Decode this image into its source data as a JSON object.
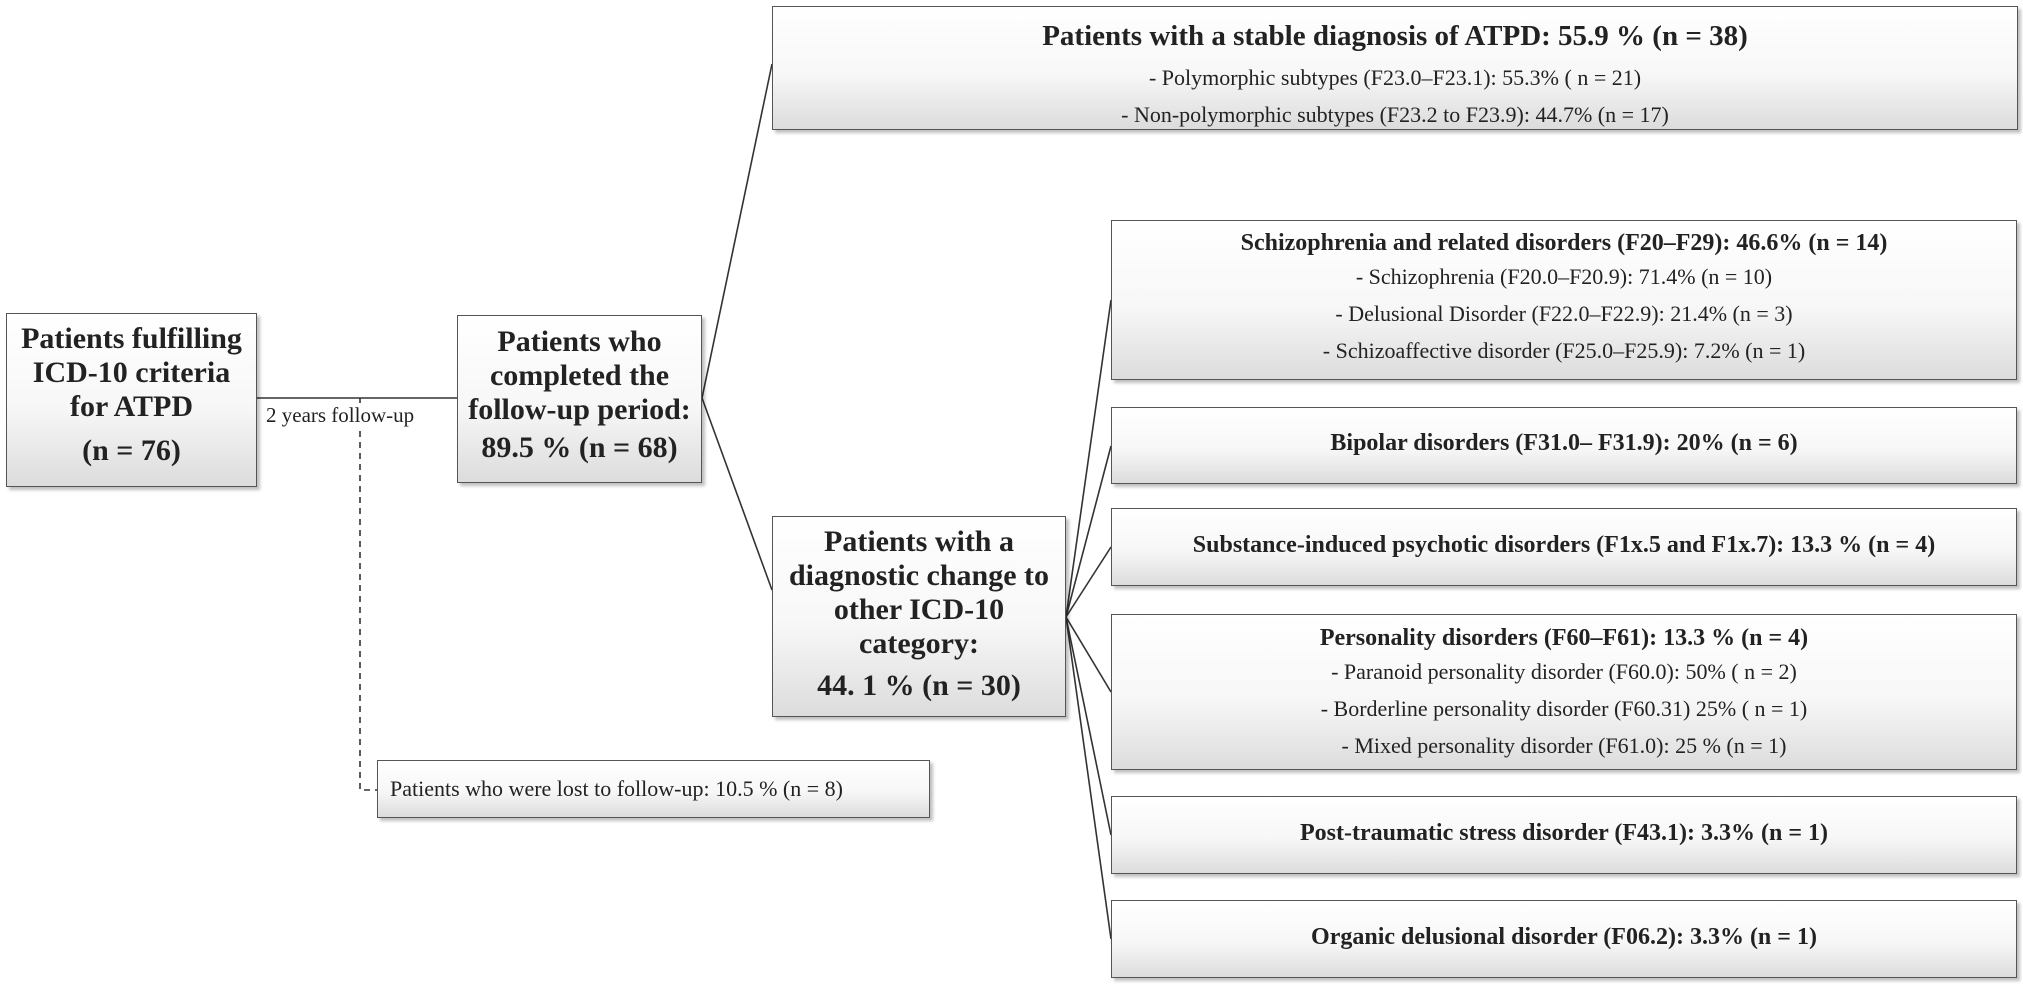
{
  "start": {
    "lines": [
      "Patients fulfilling",
      "ICD-10 criteria",
      "for ATPD"
    ],
    "n": "(n = 76)"
  },
  "followup_label": "2 years follow-up",
  "completed": {
    "lines": [
      "Patients who",
      "completed the",
      "follow-up period:"
    ],
    "n": "89.5 % (n = 68)"
  },
  "stable": {
    "title": "Patients with a stable diagnosis of ATPD: 55.9 % (n = 38)",
    "items": [
      "- Polymorphic subtypes (F23.0–F23.1): 55.3% ( n = 21)",
      "- Non-polymorphic subtypes (F23.2 to F23.9): 44.7% (n = 17)"
    ]
  },
  "change": {
    "lines": [
      "Patients with a",
      "diagnostic change to",
      "other ICD-10",
      "category:"
    ],
    "n": "44. 1 % (n = 30)"
  },
  "lost": "Patients who were lost to follow-up: 10.5 % (n = 8)",
  "subcategories": {
    "schiz": {
      "title": "Schizophrenia and related disorders (F20–F29): 46.6% (n = 14)",
      "items": [
        "- Schizophrenia (F20.0–F20.9): 71.4% (n = 10)",
        "- Delusional Disorder (F22.0–F22.9): 21.4% (n = 3)",
        "- Schizoaffective disorder (F25.0–F25.9): 7.2% (n = 1)"
      ]
    },
    "bipolar": {
      "title": "Bipolar disorders (F31.0– F31.9): 20% (n = 6)"
    },
    "subst": {
      "title": "Substance-induced psychotic disorders (F1x.5 and F1x.7): 13.3 % (n = 4)"
    },
    "person": {
      "title": "Personality disorders (F60–F61): 13.3 % (n = 4)",
      "items": [
        "- Paranoid personality disorder (F60.0): 50% ( n = 2)",
        "- Borderline personality disorder (F60.31) 25% ( n = 1)",
        "- Mixed personality disorder (F61.0): 25 % (n = 1)"
      ]
    },
    "ptsd": {
      "title": "Post-traumatic stress disorder (F43.1): 3.3% (n = 1)"
    },
    "organic": {
      "title": "Organic delusional disorder (F06.2): 3.3% (n = 1)"
    }
  }
}
